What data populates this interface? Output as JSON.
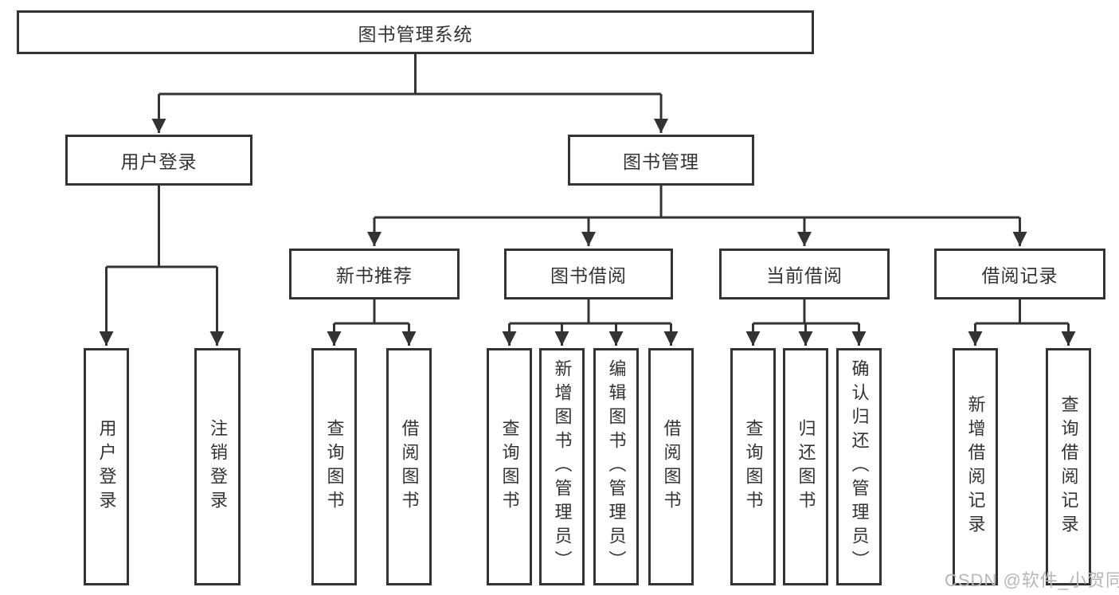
{
  "tree": {
    "root": "图书管理系统",
    "login": {
      "label": "用户登录",
      "children": [
        "用户登录",
        "注销登录"
      ]
    },
    "management": {
      "label": "图书管理",
      "groups": [
        {
          "label": "新书推荐",
          "children": [
            "查询图书",
            "借阅图书"
          ]
        },
        {
          "label": "图书借阅",
          "children": [
            "查询图书",
            "新增图书（管理员）",
            "编辑图书（管理员）",
            "借阅图书"
          ]
        },
        {
          "label": "当前借阅",
          "children": [
            "查询图书",
            "归还图书",
            "确认归还（管理员）"
          ]
        },
        {
          "label": "借阅记录",
          "children": [
            "新增借阅记录",
            "查询借阅记录"
          ]
        }
      ]
    }
  },
  "watermark": "CSDN @软件_小贺同学",
  "colors": {
    "line": "#333333",
    "box_border": "#333333",
    "text": "#333333",
    "watermark": "#b7b7b7",
    "background": "#ffffff"
  }
}
